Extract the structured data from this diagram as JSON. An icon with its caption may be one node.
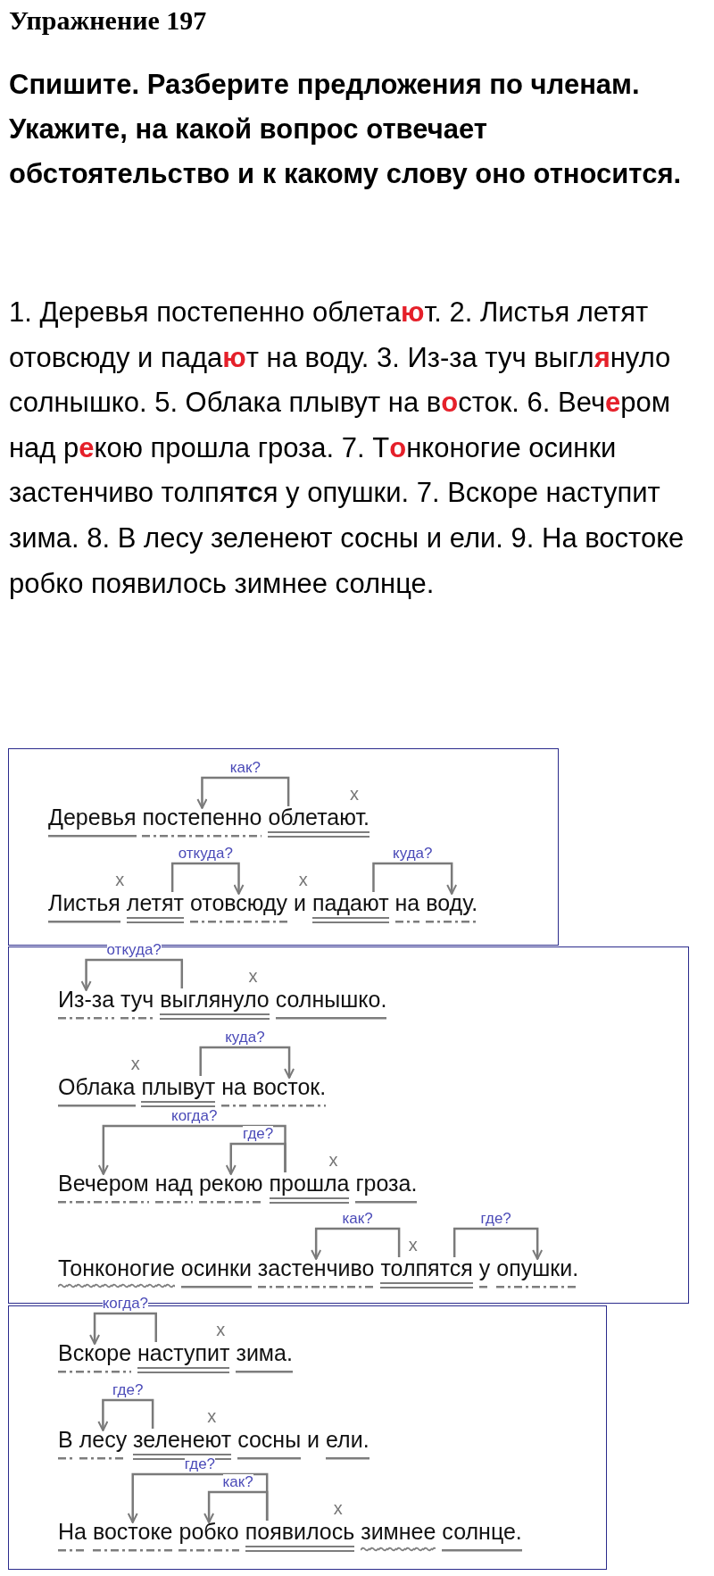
{
  "diagram": {
    "title": "Упражнение 197",
    "nodes": [
      {
        "text": [],
        "shape": "box"
      },
      {
        "text": [
          "Деревья"
        ],
        "in": 0
      },
      {
        "text": [
          "постепенно"
        ],
        "in": 0
      },
      {
        "text": [
          "облетают."
        ],
        "in": 0
      },
      {
        "text": [
          "Листья"
        ],
        "in": 0
      },
      {
        "text": [
          "летят"
        ],
        "in": 0
      },
      {
        "text": [
          "отовсюду"
        ],
        "in": 0
      },
      {
        "text": [
          "и"
        ],
        "in": 0
      },
      {
        "text": [
          "падают"
        ],
        "in": 0
      },
      {
        "text": [
          "на"
        ],
        "in": 0
      },
      {
        "text": [
          "воду."
        ],
        "in": 0
      },
      {
        "text": [],
        "shape": "box"
      },
      {
        "text": [
          "Из-за"
        ],
        "in": 11
      },
      {
        "text": [
          "туч"
        ],
        "in": 11
      },
      {
        "text": [
          "выглянуло"
        ],
        "in": 11
      },
      {
        "text": [
          "солнышко."
        ],
        "in": 11
      },
      {
        "text": [
          "Облака"
        ],
        "in": 11
      },
      {
        "text": [
          "плывут"
        ],
        "in": 11
      },
      {
        "text": [
          "на"
        ],
        "in": 11
      },
      {
        "text": [
          "восток."
        ],
        "in": 11
      },
      {
        "text": [
          "Вечером"
        ],
        "in": 11
      },
      {
        "text": [
          "над"
        ],
        "in": 11
      },
      {
        "text": [
          "рекою"
        ],
        "in": 11
      },
      {
        "text": [
          "прошла"
        ],
        "in": 11
      },
      {
        "text": [
          "гроза."
        ],
        "in": 11
      },
      {
        "text": [
          "Тонконогие"
        ],
        "in": 11
      },
      {
        "text": [
          "осинки"
        ],
        "in": 11
      },
      {
        "text": [
          "застенчиво"
        ],
        "in": 11
      },
      {
        "text": [
          "толпятся"
        ],
        "in": 11
      },
      {
        "text": [
          "у"
        ],
        "in": 11
      },
      {
        "text": [
          "опушки."
        ],
        "in": 11
      },
      {
        "text": [],
        "shape": "box"
      },
      {
        "text": [
          "Вскоре"
        ],
        "in": 31
      },
      {
        "text": [
          "наступит"
        ],
        "in": 31
      },
      {
        "text": [
          "зима."
        ],
        "in": 31
      },
      {
        "text": [
          "В"
        ],
        "in": 31
      },
      {
        "text": [
          "лесу"
        ],
        "in": 31
      },
      {
        "text": [
          "зеленеют"
        ],
        "in": 31
      },
      {
        "text": [
          "сосны"
        ],
        "in": 31
      },
      {
        "text": [
          "и"
        ],
        "in": 31
      },
      {
        "text": [
          "ели."
        ],
        "in": 31
      },
      {
        "text": [
          "На"
        ],
        "in": 31
      },
      {
        "text": [
          "востоке"
        ],
        "in": 31
      },
      {
        "text": [
          "робко"
        ],
        "in": 31
      },
      {
        "text": [
          "появилось"
        ],
        "in": 31
      },
      {
        "text": [
          "зимнее"
        ],
        "in": 31
      },
      {
        "text": [
          "солнце."
        ],
        "in": 31
      }
    ],
    "edges": [
      {
        "from": 3,
        "to": 2,
        "arrow": "to",
        "label": "как?"
      },
      {
        "from": 5,
        "to": 6,
        "arrow": "to",
        "label": "откуда?"
      },
      {
        "from": 8,
        "to": 10,
        "arrow": "to",
        "label": "куда?"
      },
      {
        "from": 14,
        "to": 12,
        "arrow": "to",
        "label": "откуда?"
      },
      {
        "from": 17,
        "to": 19,
        "arrow": "to",
        "label": "куда?"
      },
      {
        "from": 23,
        "to": 20,
        "arrow": "to",
        "label": "когда?"
      },
      {
        "from": 23,
        "to": 22,
        "arrow": "to",
        "label": "где?"
      },
      {
        "from": 28,
        "to": 27,
        "arrow": "to",
        "label": "как?"
      },
      {
        "from": 28,
        "to": 30,
        "arrow": "to",
        "label": "где?"
      },
      {
        "from": 33,
        "to": 32,
        "arrow": "to",
        "label": "когда?"
      },
      {
        "from": 37,
        "to": 36,
        "arrow": "to",
        "label": "где?"
      },
      {
        "from": 44,
        "to": 42,
        "arrow": "to",
        "label": "где?"
      },
      {
        "from": 44,
        "to": 43,
        "arrow": "to",
        "label": "как?"
      }
    ],
    "labels": [
      "Спишите. Разберите предложения по членам. Укажите, на какой вопрос отвечает обстоятельство и к какому слову оно относится.",
      "1. Деревья постепенно облета**ю**т. 2. Листья летят отовсюду и пада**ю**т на воду. 3. Из-за туч выгл**я**нуло солнышко. 5. Облака плывут на в**о**сток. 6. Веч**е**ром над р**е**кою прошла гроза. 7. Т**о**нконогие осинки застенчиво толпя**тс**я у опушки. 7. Вскоре наступит зима. 8. В лесу зеленеют сосны и ели. 9. На востоке робко появилось зимнее солнце.",
      "x",
      "x",
      "x",
      "x",
      "x",
      "x",
      "x",
      "x",
      "x",
      "x"
    ]
  }
}
